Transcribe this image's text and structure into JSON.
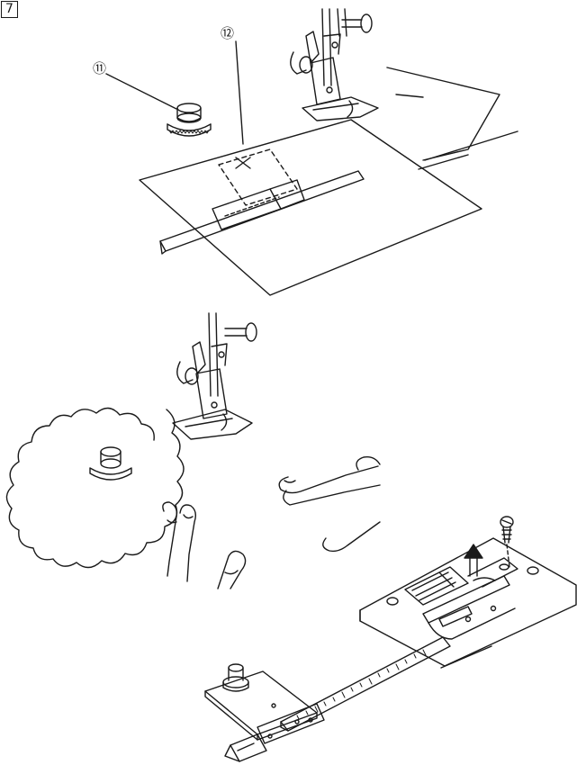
{
  "figure": {
    "step_number": "7",
    "callouts": {
      "pin_label": "⑪",
      "mark_label": "⑫"
    }
  },
  "colors": {
    "ink": "#1a1a1a",
    "paper": "#ffffff"
  },
  "icons": [
    "presser-foot-icon",
    "circle-pin-icon",
    "scallop-fabric-icon",
    "hand-icon",
    "needle-plate-icon",
    "ruler-guide-icon",
    "screw-icon",
    "arrow-up-icon"
  ]
}
